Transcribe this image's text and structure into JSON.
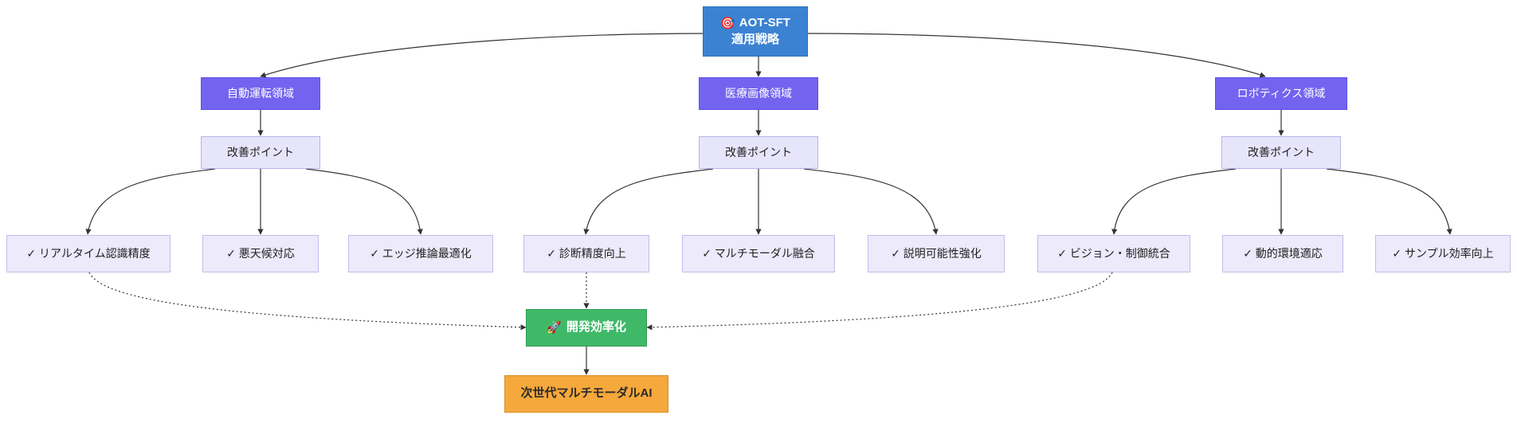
{
  "diagram": {
    "type": "flowchart-tree",
    "direction": "top-down",
    "background": "#ffffff",
    "colors": {
      "root_fill": "#3c82d2",
      "domain_fill": "#7364f0",
      "mid_fill": "#e7e5fa",
      "leaf_fill": "#eceafb",
      "green_fill": "#3fb968",
      "orange_fill": "#f5a83c",
      "edge_stroke": "#333333"
    }
  },
  "nodes": {
    "root": {
      "icon": "target-icon",
      "icon_glyph": "🎯",
      "line1": "AOT-SFT",
      "line2": "適用戦略"
    },
    "domains": [
      {
        "label": "自動運転領域"
      },
      {
        "label": "医療画像領域"
      },
      {
        "label": "ロボティクス領域"
      }
    ],
    "mids": [
      {
        "label": "改善ポイント"
      },
      {
        "label": "改善ポイント"
      },
      {
        "label": "改善ポイント"
      }
    ],
    "leaves": [
      {
        "label": "✓ リアルタイム認識精度"
      },
      {
        "label": "✓ 悪天候対応"
      },
      {
        "label": "✓ エッジ推論最適化"
      },
      {
        "label": "✓ 診断精度向上"
      },
      {
        "label": "✓ マルチモーダル融合"
      },
      {
        "label": "✓ 説明可能性強化"
      },
      {
        "label": "✓ ビジョン・制御統合"
      },
      {
        "label": "✓ 動的環境適応"
      },
      {
        "label": "✓ サンプル効率向上"
      }
    ],
    "green": {
      "icon": "rocket-icon",
      "icon_glyph": "🚀",
      "label": "開発効率化"
    },
    "orange": {
      "label": "次世代マルチモーダルAI"
    }
  },
  "edges": [
    {
      "from": "root",
      "to": "domain-0",
      "style": "solid"
    },
    {
      "from": "root",
      "to": "domain-1",
      "style": "solid"
    },
    {
      "from": "root",
      "to": "domain-2",
      "style": "solid"
    },
    {
      "from": "domain-0",
      "to": "mid-0",
      "style": "solid"
    },
    {
      "from": "domain-1",
      "to": "mid-1",
      "style": "solid"
    },
    {
      "from": "domain-2",
      "to": "mid-2",
      "style": "solid"
    },
    {
      "from": "mid-0",
      "to": "leaf-0",
      "style": "solid"
    },
    {
      "from": "mid-0",
      "to": "leaf-1",
      "style": "solid"
    },
    {
      "from": "mid-0",
      "to": "leaf-2",
      "style": "solid"
    },
    {
      "from": "mid-1",
      "to": "leaf-3",
      "style": "solid"
    },
    {
      "from": "mid-1",
      "to": "leaf-4",
      "style": "solid"
    },
    {
      "from": "mid-1",
      "to": "leaf-5",
      "style": "solid"
    },
    {
      "from": "mid-2",
      "to": "leaf-6",
      "style": "solid"
    },
    {
      "from": "mid-2",
      "to": "leaf-7",
      "style": "solid"
    },
    {
      "from": "mid-2",
      "to": "leaf-8",
      "style": "solid"
    },
    {
      "from": "leaf-0",
      "to": "green",
      "style": "dotted"
    },
    {
      "from": "leaf-3",
      "to": "green",
      "style": "dotted"
    },
    {
      "from": "leaf-6",
      "to": "green",
      "style": "dotted"
    },
    {
      "from": "green",
      "to": "orange",
      "style": "solid"
    }
  ]
}
